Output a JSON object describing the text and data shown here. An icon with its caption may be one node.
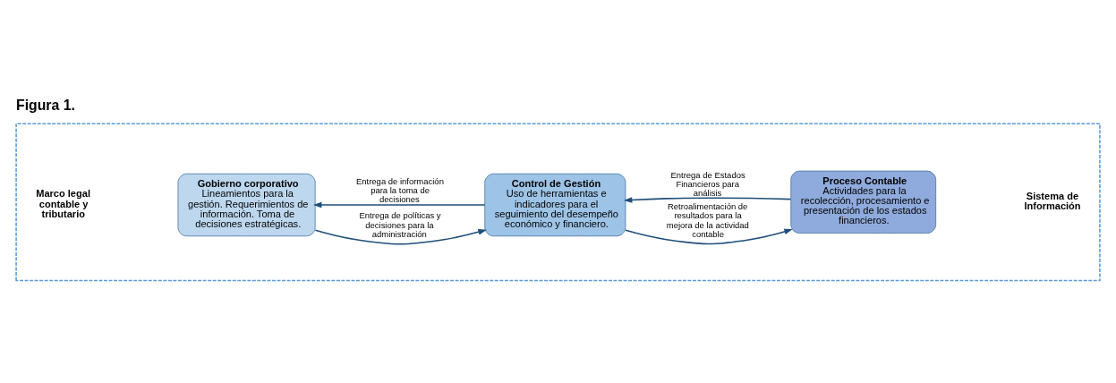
{
  "diagram": {
    "title": "Figura 1.",
    "nodes": [
      {
        "text": [],
        "shape": "box"
      },
      {
        "text": [
          "Gobierno corporativo",
          "Lineamientos para la gestión. Requerimientos de información. Toma de decisiones estratégicas."
        ],
        "in": 0
      },
      {
        "text": [
          "Control de Gestión",
          "Uso de herramientas e indicadores para el seguimiento del desempeño económico y financiero."
        ],
        "in": 0
      },
      {
        "text": [
          "Proceso Contable",
          "Actividades para la recolección, procesamiento e presentación de los estados financieros."
        ],
        "in": 0
      }
    ],
    "edges": [
      {
        "from": 1,
        "to": 2,
        "arrow": "to",
        "label": "Entrega de políticas y decisiones para la administración"
      },
      {
        "from": 2,
        "to": 3,
        "arrow": "to",
        "label": "Retroalimentación de resultados para la mejora de la actividad contable"
      },
      {
        "from": 2,
        "to": 1,
        "arrow": "to",
        "label": "Entrega de información para la toma de decisiones"
      },
      {
        "from": 3,
        "to": 2,
        "arrow": "to",
        "label": "Entrega de Estados Financieros para análisis"
      }
    ],
    "labels": [
      "Marco legal contable y tributario",
      "Sistema de Información"
    ]
  }
}
